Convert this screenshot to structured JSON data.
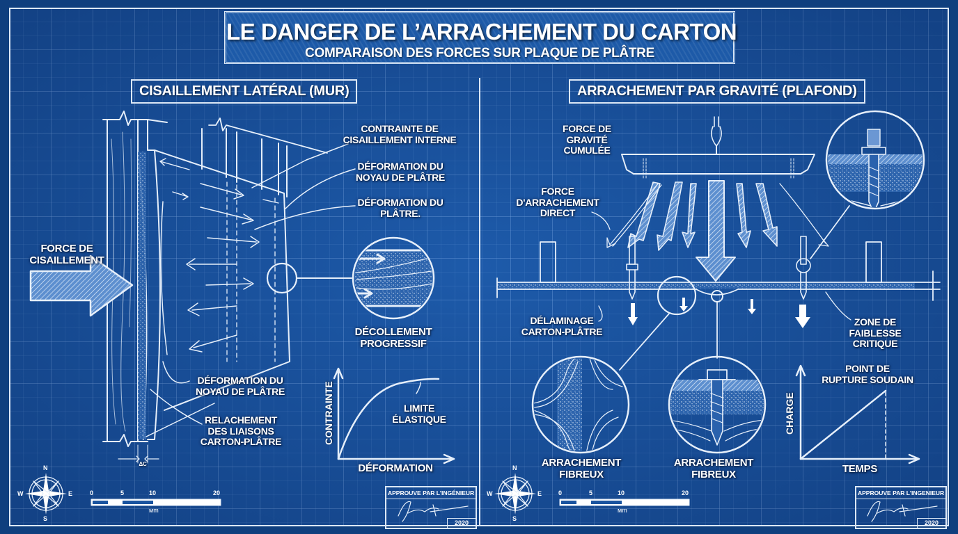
{
  "header": {
    "title": "LE DANGER DE L’ARRACHEMENT DU CARTON",
    "subtitle": "COMPARAISON DES FORCES SUR PLAQUE DE PLÂTRE"
  },
  "left_panel": {
    "section_title": "CISAILLEMENT LATÉRAL (MUR)",
    "labels": {
      "internal_shear": "CONTRAINTE DE\nCISAILLEMENT INTERNE",
      "core_deformation_top": "DÉFORMATION DU\nNOYAU DE PLÂTRE",
      "plaster_deformation": "DÉFORMATION DU\nPLÂTRE.",
      "shear_force": "FORCE DE\nCISAILLEMENT",
      "progressive_peeling": "DÉCOLLEMENT\nPROGRESSIF",
      "core_deformation_bottom": "DÉFORMATION DU\nNOYAU DE PLÂTRE",
      "bond_release": "RELACHEMENT\nDES LIAISONS\nCARTON-PLÂTRE",
      "dim_mark": "ΔC"
    },
    "chart": {
      "ylabel": "CONTRAINTE",
      "xlabel": "DÉFORMATION",
      "annotation": "LIMITE\nÉLASTIQUE"
    },
    "compass": {
      "n": "N",
      "s": "S",
      "e": "E",
      "w": "W"
    },
    "scale": {
      "ticks": [
        "0",
        "5",
        "10",
        "20"
      ],
      "unit": "мm"
    },
    "stamp": {
      "heading": "APPROUVE PAR L'INGÉNIEUR",
      "year": "2020"
    }
  },
  "right_panel": {
    "section_title": "ARRACHEMENT PAR GRAVITÉ (PLAFOND)",
    "labels": {
      "cumulative_gravity": "FORCE DE\nGRAVITÉ\nCUMULÉE",
      "direct_pullout": "FORCE\nD'ARRACHEMENT\nDIRECT",
      "delamination": "DÉLAMINAGE\nCARTON-PLÂTRE",
      "weak_zone": "ZONE DE\nFAIBLESSE\nCRITIQUE",
      "fibrous_pullout_1": "ARRACHEMENT\nFIBREUX",
      "fibrous_pullout_2": "ARRACHEMENT\nFIBREUX"
    },
    "chart": {
      "ylabel": "CHARGE",
      "xlabel": "TEMPS",
      "annotation": "POINT DE\nRUPTURE SOUDAIN"
    },
    "compass": {
      "n": "N",
      "s": "S",
      "e": "E",
      "w": "W"
    },
    "scale": {
      "ticks": [
        "0",
        "5",
        "10",
        "20"
      ],
      "unit": "мm"
    },
    "stamp": {
      "heading": "APPROUVE PAR L'INGENIEUR",
      "year": "2020"
    }
  },
  "colors": {
    "background": "#1a54a0",
    "outer": "#0f3f7e",
    "line": "#dce8f6"
  }
}
